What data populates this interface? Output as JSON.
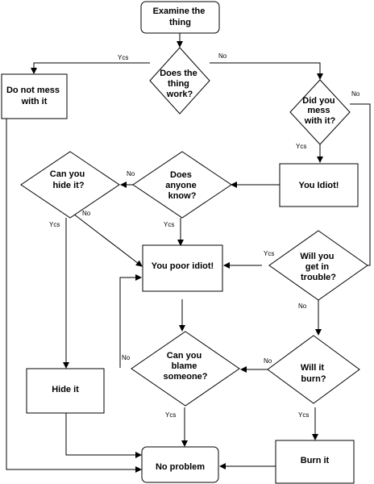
{
  "nodes": {
    "examine": {
      "lines": [
        "Examine the",
        "thing"
      ]
    },
    "does_work": {
      "lines": [
        "Does the",
        "thing",
        "work?"
      ]
    },
    "do_not_mess": {
      "lines": [
        "Do not mess",
        "with it"
      ]
    },
    "did_you_mess": {
      "lines": [
        "Did you",
        "mess",
        "with it?"
      ]
    },
    "you_idiot": {
      "lines": [
        "You Idiot!"
      ]
    },
    "does_anyone_know": {
      "lines": [
        "Does",
        "anyone",
        "know?"
      ]
    },
    "can_you_hide": {
      "lines": [
        "Can you",
        "hide it?"
      ]
    },
    "you_poor_idiot": {
      "lines": [
        "You poor idiot!"
      ]
    },
    "will_you_trouble": {
      "lines": [
        "Will you",
        "get in",
        "trouble?"
      ]
    },
    "can_you_blame": {
      "lines": [
        "Can you",
        "blame",
        "someone?"
      ]
    },
    "will_it_burn": {
      "lines": [
        "Will it",
        "burn?"
      ]
    },
    "hide_it": {
      "lines": [
        "Hide it"
      ]
    },
    "burn_it": {
      "lines": [
        "Burn it"
      ]
    },
    "no_problem": {
      "lines": [
        "No problem"
      ]
    }
  },
  "edge_labels": {
    "work_yes": "Ycs",
    "work_no": "No",
    "mess_no": "No",
    "mess_yes": "Ycs",
    "know_no": "No",
    "know_yes": "Ycs",
    "hide_no": "No",
    "hide_yes": "Ycs",
    "trouble_yes": "Ycs",
    "trouble_no": "No",
    "burn_no": "No",
    "blame_no": "No",
    "blame_yes": "Ycs",
    "burn_yes": "Ycs"
  }
}
